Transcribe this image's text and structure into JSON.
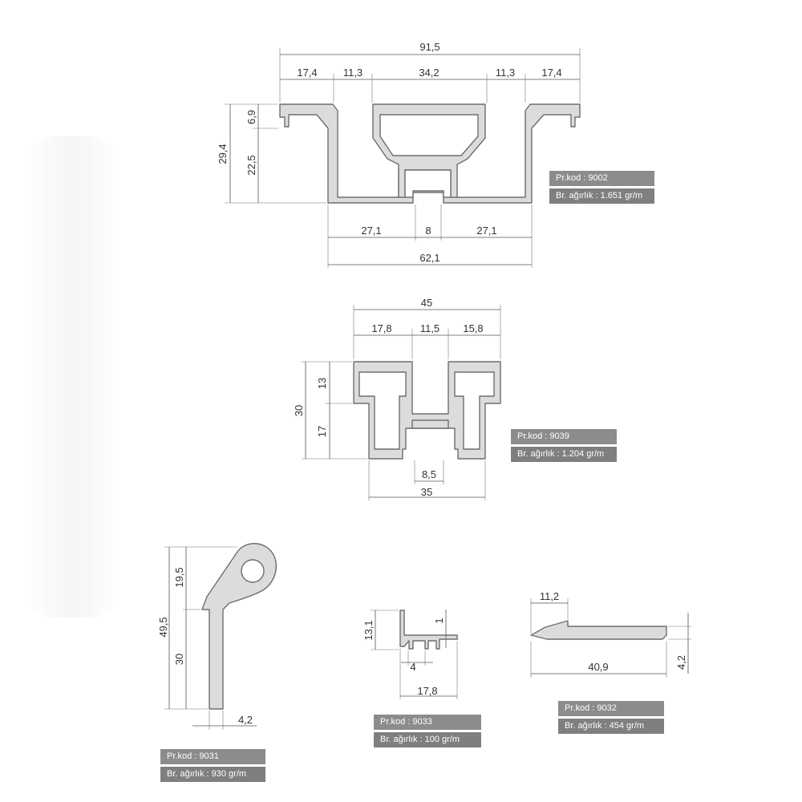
{
  "profiles": [
    {
      "code": "Pr.kod : 9002",
      "weight": "Br. ağırlık : 1.651 gr/m",
      "dims": {
        "total_top": "91,5",
        "seg1": "17,4",
        "seg2": "11,3",
        "seg3": "34,2",
        "seg4": "11,3",
        "seg5": "17,4",
        "height_total": "29,4",
        "height_lip": "6,9",
        "height_body": "22,5",
        "bottom_left": "27,1",
        "bottom_gap": "8",
        "bottom_right": "27,1",
        "bottom_total": "62,1"
      }
    },
    {
      "code": "Pr.kod : 9039",
      "weight": "Br. ağırlık : 1.204 gr/m",
      "dims": {
        "total_top": "45",
        "seg1": "17,8",
        "seg2": "11,5",
        "seg3": "15,8",
        "height_total": "30",
        "height_top": "13",
        "height_bottom": "17",
        "gap": "8,5",
        "bottom_total": "35"
      }
    },
    {
      "code": "Pr.kod : 9031",
      "weight": "Br. ağırlık : 930 gr/m",
      "dims": {
        "height_total": "49,5",
        "height_top": "19,5",
        "height_leg": "30",
        "thickness": "4,2"
      }
    },
    {
      "code": "Pr.kod : 9033",
      "weight": "Br. ağırlık : 100 gr/m",
      "dims": {
        "height": "13,1",
        "lip": "1",
        "slot": "4",
        "width": "17,8"
      }
    },
    {
      "code": "Pr.kod : 9032",
      "weight": "Br. ağırlık : 454 gr/m",
      "dims": {
        "tip": "11,2",
        "length": "40,9",
        "thickness": "4,2"
      }
    }
  ]
}
